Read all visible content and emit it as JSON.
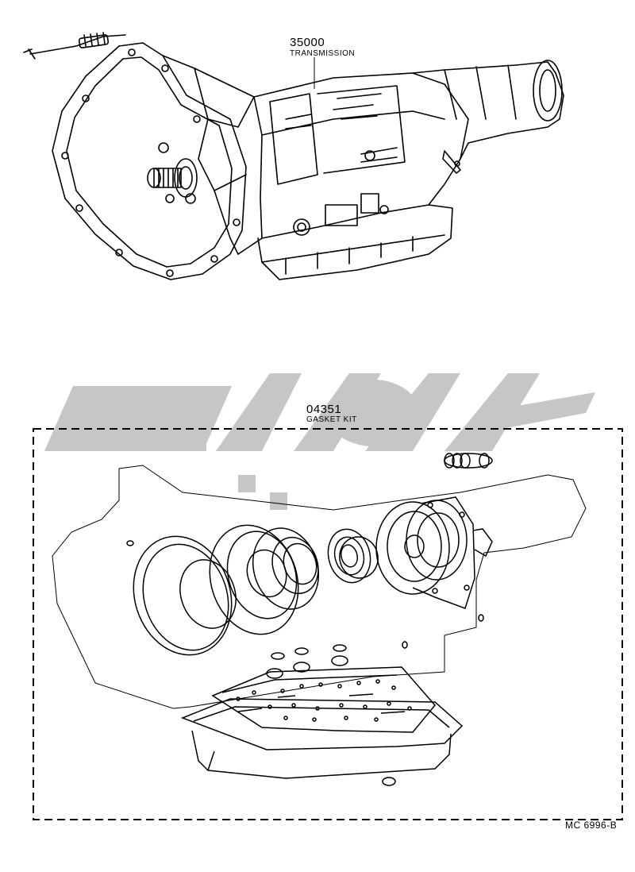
{
  "parts": [
    {
      "number": "35000",
      "name": "TRANSMISSION"
    },
    {
      "number": "04351",
      "name": "GASKET KIT"
    }
  ],
  "reference": "MC 6996-B",
  "watermark": {
    "color": "#c6c6c6",
    "kind": "logo"
  },
  "colors": {
    "line": "#000000",
    "background": "#ffffff"
  }
}
